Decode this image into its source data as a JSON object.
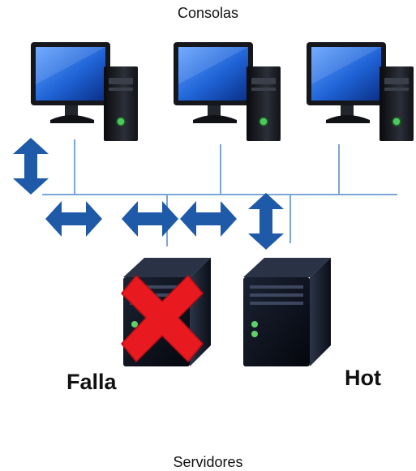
{
  "labels": {
    "consoles": "Consolas",
    "servers": "Servidores",
    "failed_server": "Falla",
    "hot_server": "Hot"
  },
  "consoles": [
    {
      "name": "console-1"
    },
    {
      "name": "console-2"
    },
    {
      "name": "console-3"
    }
  ],
  "servers": [
    {
      "name": "server-failed",
      "status": "failed"
    },
    {
      "name": "server-hot",
      "status": "hot"
    }
  ],
  "colors": {
    "network_line": "#7aa6d8",
    "arrow": "#1f5aa8",
    "fail_mark": "#e8191f",
    "server_body": "#101625",
    "monitor_screen": "#1f63d6",
    "server_led": "#5fd16a"
  },
  "icons": {
    "console": "desktop-computer-icon",
    "server": "server-tower-icon",
    "fail": "red-x-icon",
    "link": "double-arrow-icon"
  }
}
